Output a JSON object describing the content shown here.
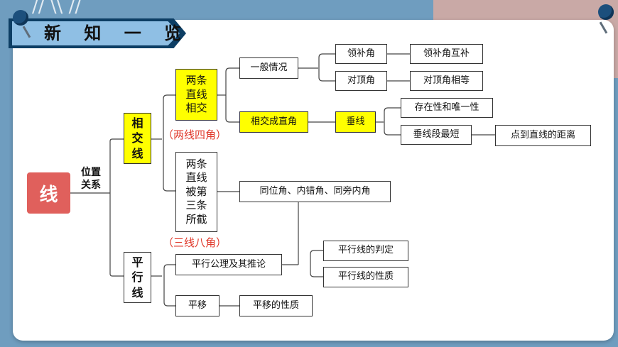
{
  "slide": {
    "title": "新 知 一 览",
    "colors": {
      "background": "#6f9dbf",
      "accent_pink": "#c9a9a6",
      "banner_dark": "#0d3e64",
      "banner_light": "#8fbfe4",
      "highlight": "#ffff00",
      "root": "#e0605c",
      "red_text": "#e03a2c"
    }
  },
  "diagram": {
    "root": "线",
    "relation": "位置\n关系",
    "intersect": "相\n交\n线",
    "parallel": "平\n行\n线",
    "two_lines_intersect": "两条\n直线\n相交",
    "two_lines_transversal": "两条\n直线\n被第\n三条\n所截",
    "note_four_angles": "（两线四角）",
    "note_eight_angles": "（三线八角）",
    "general_case": "一般情况",
    "right_angle": "相交成直角",
    "supplementary": "领补角",
    "supplementary_prop": "领补角互补",
    "vertical": "对顶角",
    "vertical_prop": "对顶角相等",
    "perpendicular": "垂线",
    "existence": "存在性和唯一性",
    "shortest": "垂线段最短",
    "distance": "点到直线的距离",
    "angles": "同位角、内错角、同旁内角",
    "parallel_postulate": "平行公理及其推论",
    "parallel_criteria": "平行线的判定",
    "parallel_properties": "平行线的性质",
    "translation": "平移",
    "translation_prop": "平移的性质"
  }
}
